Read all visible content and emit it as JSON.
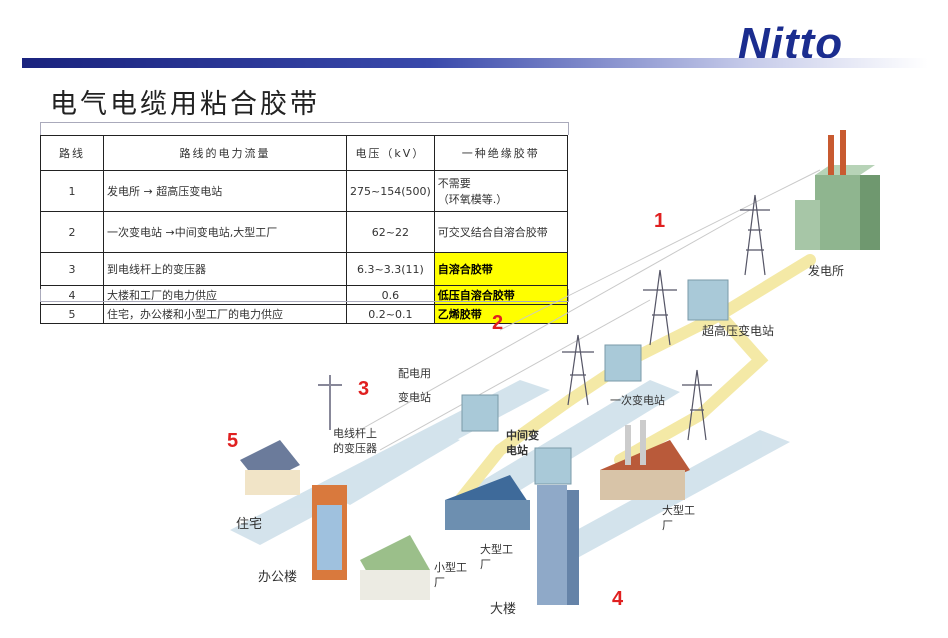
{
  "logo": "Nitto",
  "title": "电气电缆用粘合胶带",
  "table": {
    "headers": [
      "路线",
      "路线的电力流量",
      "电压（kV）",
      "一种绝缘胶带"
    ],
    "rows": [
      {
        "route": "1",
        "flow": "发电所 → 超高压变电站",
        "voltage": "275~154(500)",
        "tape": "不需要\n（环氧模等.）",
        "highlight": false
      },
      {
        "route": "2",
        "flow": "一次变电站 →中间变电站,大型工厂",
        "voltage": "62~22",
        "tape": "可交叉结合自溶合胶带",
        "highlight": false
      },
      {
        "route": "3",
        "flow": "到电线杆上的变压器",
        "voltage": "6.3~3.3(11)",
        "tape": "自溶合胶带",
        "highlight": true
      },
      {
        "route": "4",
        "flow": "大楼和工厂的电力供应",
        "voltage": "0.6",
        "tape": "低压自溶合胶带",
        "highlight": true
      },
      {
        "route": "5",
        "flow": "住宅，办公楼和小型工厂的电力供应",
        "voltage": "0.2~0.1",
        "tape": "乙烯胶带",
        "highlight": true
      }
    ]
  },
  "diagram": {
    "labels": {
      "power_plant": "发电所",
      "ultra_substation": "超高压变电站",
      "primary_substation": "一次变电站",
      "intermediate_substation": "中间变\n电站",
      "distribution_substation": "配电用\n变电站",
      "pole_transformer": "电线杆上\n的变压器",
      "large_factory_right": "大型工\n厂",
      "large_factory_mid": "大型工\n厂",
      "small_factory": "小型工\n厂",
      "building": "大楼",
      "office": "办公楼",
      "residence": "住宅"
    },
    "numbers": [
      "1",
      "2",
      "3",
      "4",
      "5"
    ]
  },
  "colors": {
    "accent_red": "#e02020",
    "highlight": "#ffff00",
    "logo_blue": "#1b2d8f"
  }
}
